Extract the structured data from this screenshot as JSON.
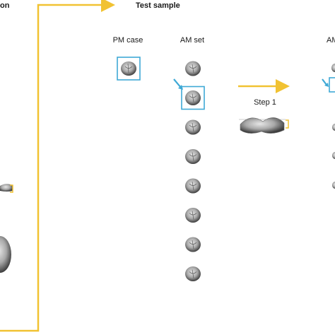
{
  "labels": {
    "cut_left": "on",
    "test_sample": "Test sample",
    "pm_case": "PM case",
    "am_set": "AM set",
    "step1": "Step 1",
    "cut_right": "AM"
  },
  "colors": {
    "yellow": "#f1c232",
    "blue": "#3fa9d6",
    "tooth_dark": "#4a4a4a",
    "tooth_light": "#d9d9d9",
    "text": "#1a1a1a"
  },
  "am_set_count": 8,
  "highlighted_am_index": 1
}
